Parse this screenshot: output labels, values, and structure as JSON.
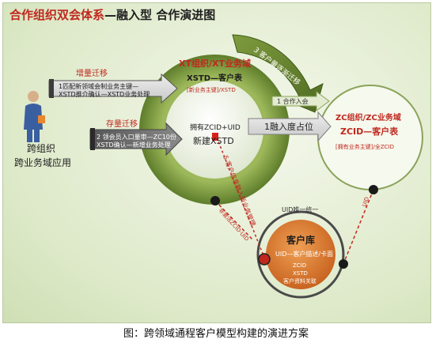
{
  "title": {
    "red": "合作组织双会体系",
    "dark": "—融入型 合作演进图"
  },
  "caption": "图：跨领域通程客户模型构建的演进方案",
  "left_actor": {
    "line1": "跨组织",
    "line2": "跨业务域应用"
  },
  "top_arrow": {
    "text": "3 客户量逐渐迁移"
  },
  "box1": {
    "red_label": "增量迁移",
    "line1": "1匹配新领域会制业务主键—",
    "line2": "XSTD推介确认—XSTD业务处理"
  },
  "box2": {
    "red_label": "存量迁移",
    "line1": "2 领会员入口量审—ZC10份",
    "line2": "XSTD确认—新增业务处理"
  },
  "green_ring": {
    "header": "XT组织/XT业务域",
    "code_line": "XSTD—客户表",
    "sub_line": "[新业务主键]/XSTD",
    "center1": "拥有ZCID+UID",
    "center2": "新建XSTD"
  },
  "middle_arrow": {
    "text": "1融入度占位"
  },
  "small_arrow": {
    "text": "1 合作入会"
  },
  "right_circle": {
    "line1": "ZC组织/ZC业务域",
    "line2": "ZCID—客户表",
    "line3": "[拥有业务主键]/全ZCID"
  },
  "ring_arc_text": "UID唯一统一",
  "diag_text": "5 客户信息融入新业务管理",
  "dash_text_left": "非激活ZCID·UID",
  "dash_text_right": "UID",
  "orange_circle": {
    "title": "客户库",
    "code": "UID—客户描述/卡面",
    "line1": "ZCID",
    "line2": "XSTD",
    "line3": "客户资料关联"
  },
  "colors": {
    "accent_red": "#c0281e",
    "ring_green": "#6f8f35",
    "orange": "#d9782c",
    "box_gray": "#d4d4d4"
  },
  "icons": [
    "person-icon"
  ]
}
